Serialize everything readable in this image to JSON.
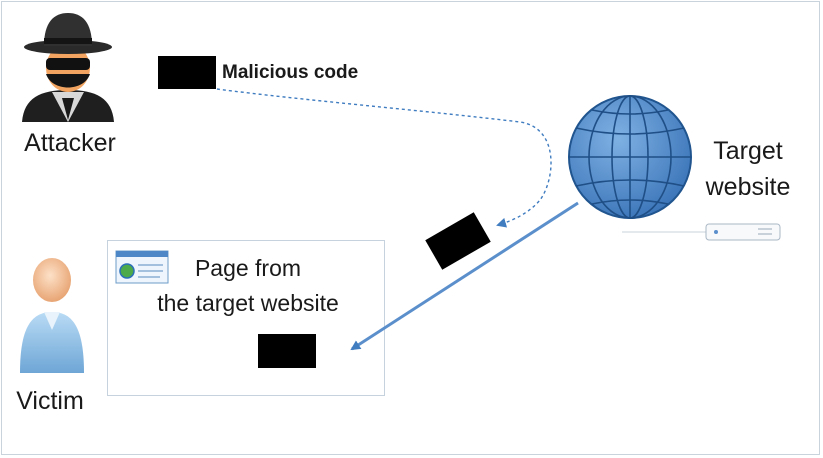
{
  "labels": {
    "attacker": "Attacker",
    "victim": "Victim",
    "malicious_code": "Malicious code",
    "target_line1": "Target",
    "target_line2": "website",
    "page_line1": "Page from",
    "page_line2": "the target website"
  },
  "icons": {
    "attacker": "spy-hat-person-icon",
    "victim": "person-icon",
    "globe": "globe-icon",
    "server": "server-icon",
    "browser": "browser-window-icon"
  },
  "colors": {
    "arrow": "#3f7cc0",
    "globe_fill": "#4a86c8",
    "globe_stroke": "#20558f",
    "code_block": "#000000",
    "frame": "#c9d3dc"
  }
}
